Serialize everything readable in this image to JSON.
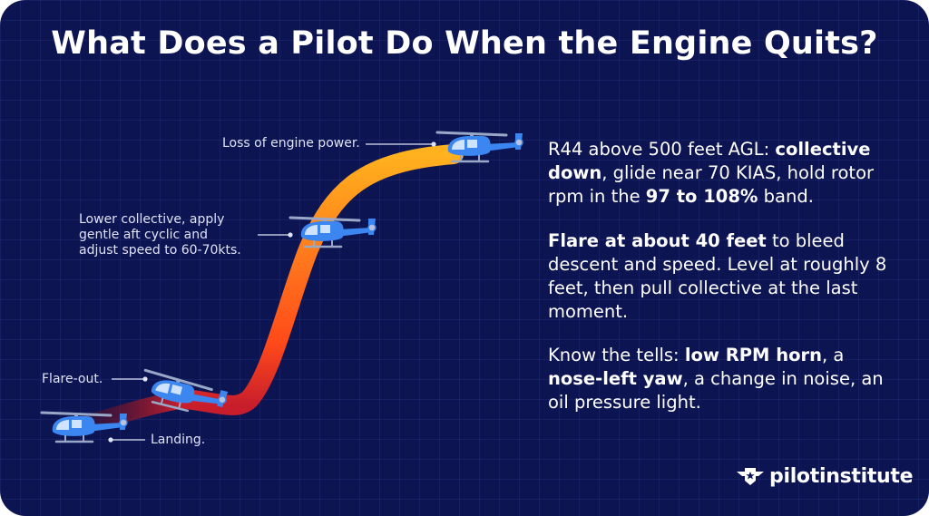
{
  "title": "What Does a Pilot Do When the Engine Quits?",
  "labels": {
    "loss": "Loss of engine power.",
    "lower_1": "Lower collective, apply",
    "lower_2": "gentle aft cyclic and",
    "lower_3": "adjust speed to 60-70kts.",
    "flare": "Flare-out.",
    "landing": "Landing."
  },
  "paragraphs": {
    "p1": {
      "a": "R44 above 500 feet AGL: ",
      "b": "collective down",
      "c": ", glide near 70 KIAS, hold rotor rpm in the ",
      "d": "97 to 108%",
      "e": " band."
    },
    "p2": {
      "a": "Flare at about 40 feet",
      "b": " to bleed descent and speed. Level at roughly 8 feet, then pull collective at the last moment."
    },
    "p3": {
      "a": "Know the tells: ",
      "b": "low RPM horn",
      "c": ", a ",
      "d": "nose-left yaw",
      "e": ", a change in noise, an oil pressure light."
    }
  },
  "logo": {
    "text": "pilotinstitute"
  },
  "colors": {
    "background": "#0d1452",
    "path_top": "#ffb21e",
    "path_mid": "#ff6a1a",
    "path_bottom": "#c81e2c",
    "helicopter_body": "#3b86f0"
  },
  "icons": [
    "helicopter-icon",
    "pilot-institute-badge-icon"
  ]
}
